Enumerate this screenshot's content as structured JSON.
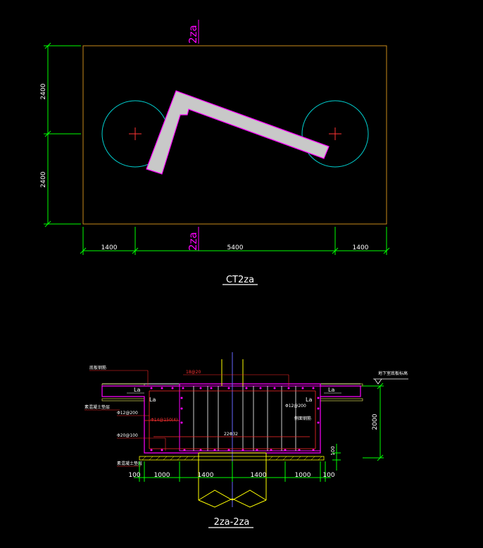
{
  "plan": {
    "section_mark_top": "2za",
    "section_mark_bottom": "2za",
    "left_dims": [
      "2400",
      "2400"
    ],
    "bottom_dims": [
      "1400",
      "5400",
      "1400"
    ],
    "title": "CT2za"
  },
  "section": {
    "title": "2za-2za",
    "la_labels": [
      "La",
      "La",
      "La",
      "La"
    ],
    "top_rebar": "18@20",
    "bar_left": "Φ12@200",
    "bar_right": "Φ12@200",
    "side_bar_red": "Φ14@150(4)",
    "stirrup_left": "Φ20@100",
    "bottom_bar": "22Φ32",
    "depth_dim": "2000",
    "pile_dim": "100",
    "bottom_dims": [
      "100",
      "1000",
      "1400",
      "1400",
      "1000",
      "100"
    ],
    "notes": {
      "top_left": "底板钢筋",
      "mid_left": "素混凝土垫层",
      "bottom_left": "素混凝土垫层",
      "right_mid": "侧面钢筋",
      "top_right": "地下室底板标高"
    },
    "colors": {
      "concrete": "#ff00ff",
      "rebar_dim": "#ff2a2a",
      "dims": "#00ff00",
      "pile": "#ffff00",
      "axis": "#6666ff"
    }
  }
}
